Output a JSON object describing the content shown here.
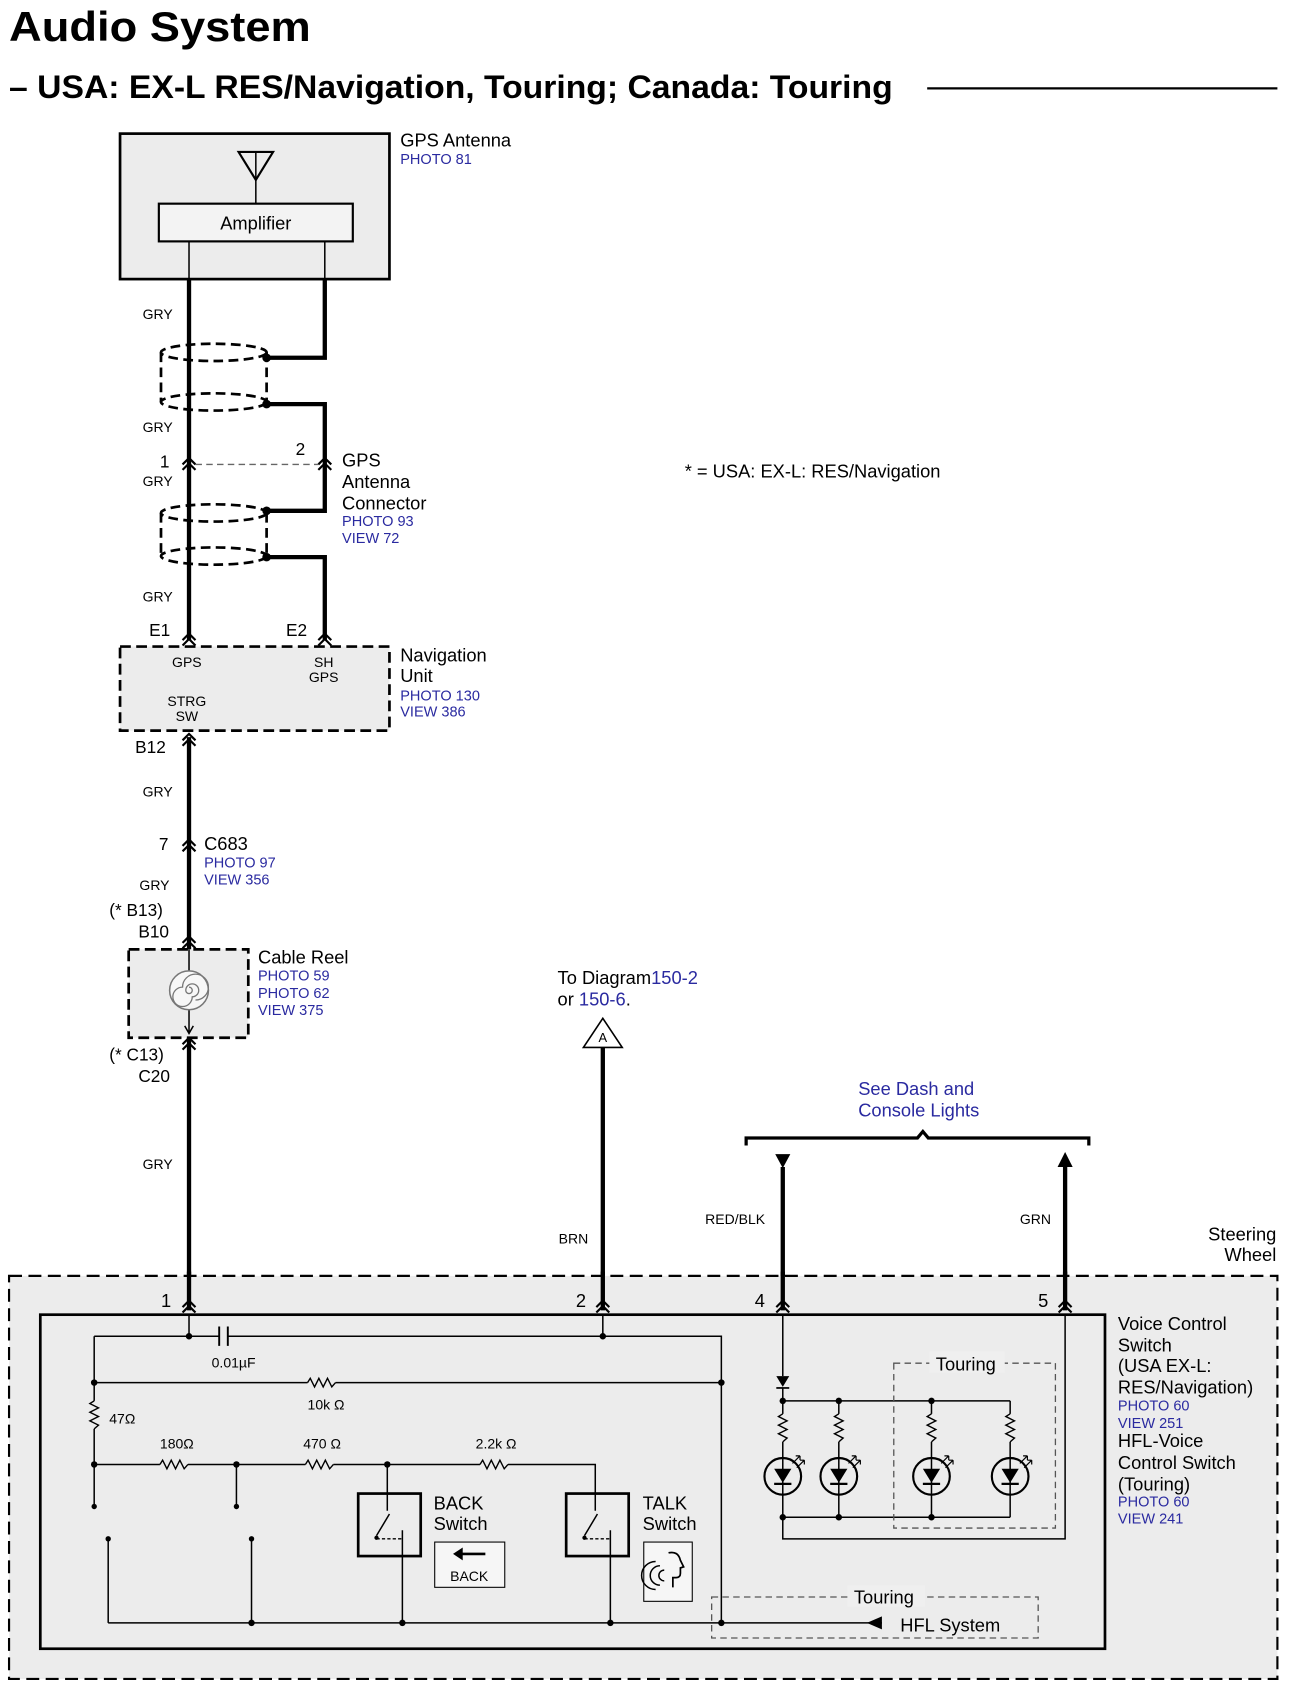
{
  "title": "Audio System",
  "subtitle": "– USA: EX-L RES/Navigation, Touring; Canada: Touring",
  "footnote": "* = USA: EX-L: RES/Navigation",
  "colors": {
    "link": "#2a2aa0",
    "component_fill": "#ececec",
    "ink": "#000000"
  },
  "wire_colors": {
    "gry": "GRY",
    "brn": "BRN",
    "red_blk": "RED/BLK",
    "grn": "GRN"
  },
  "gps_antenna": {
    "name": "GPS Antenna",
    "photo": "PHOTO 81",
    "amplifier": "Amplifier"
  },
  "gps_antenna_connector": {
    "lines": [
      "GPS",
      "Antenna",
      "Connector"
    ],
    "photo": "PHOTO 93",
    "view": "VIEW 72",
    "pins": [
      "1",
      "2"
    ]
  },
  "navigation_unit": {
    "lines": [
      "Navigation",
      "Unit"
    ],
    "photo": "PHOTO 130",
    "view": "VIEW 386",
    "terminals": [
      "E1",
      "E2",
      "B12"
    ],
    "inner": {
      "gps": "GPS",
      "sh_gps": [
        "SH",
        "GPS"
      ],
      "strg_sw": [
        "STRG",
        "SW"
      ]
    }
  },
  "c683": {
    "pin": "7",
    "name": "C683",
    "photo": "PHOTO 97",
    "view": "VIEW 356"
  },
  "cable_reel": {
    "name": "Cable Reel",
    "photos": [
      "PHOTO 59",
      "PHOTO 62"
    ],
    "view": "VIEW 375",
    "top_terminals": [
      "(* B13)",
      "B10"
    ],
    "bottom_terminals": [
      "(* C13)",
      "C20"
    ]
  },
  "to_diagram": {
    "prefix": "To Diagram",
    "ref1": "150-2",
    "or": "or ",
    "ref2": "150-6",
    "suffix": ".",
    "connector": "A"
  },
  "dash_lights": [
    "See Dash and",
    "Console Lights"
  ],
  "steering_wheel": [
    "Steering",
    "Wheel"
  ],
  "voice_control_switch": {
    "pins": [
      "1",
      "2",
      "4",
      "5"
    ],
    "lines": [
      "Voice Control",
      "Switch",
      "(USA EX-L:",
      "RES/Navigation)"
    ],
    "photo": "PHOTO 60",
    "view": "VIEW 251",
    "hfl_lines": [
      "HFL-Voice",
      "Control Switch",
      "(Touring)"
    ],
    "hfl_photo": "PHOTO 60",
    "hfl_view": "VIEW 241",
    "components": {
      "capacitor": "0.01µF",
      "r1": "10k Ω",
      "r2": "47Ω",
      "r3": "180Ω",
      "r4": "470 Ω",
      "r5": "2.2k Ω"
    },
    "back_switch": [
      "BACK",
      "Switch"
    ],
    "back_button": "BACK",
    "talk_switch": [
      "TALK",
      "Switch"
    ],
    "touring": "Touring",
    "hfl_system": "HFL System"
  }
}
